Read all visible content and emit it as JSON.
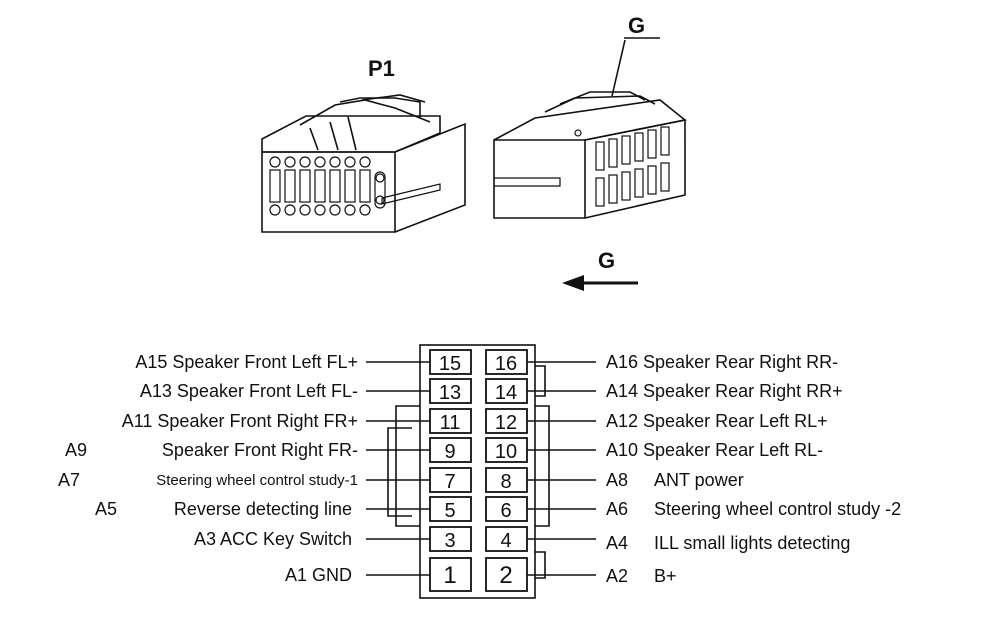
{
  "connector_views": {
    "p1_label": "P1",
    "g_label_top": "G",
    "g_label_arrow": "G"
  },
  "left_labels": {
    "a15": "A15  Speaker Front Left FL+",
    "a13": "A13  Speaker Front Left FL-",
    "a11": "A11  Speaker Front Right FR+",
    "a9_code": "A9",
    "a9_text": "Speaker Front Right FR-",
    "a7_code": "A7",
    "a7_text": "Steering wheel control study-1",
    "a5_code": "A5",
    "a5_text": "Reverse detecting line",
    "a3": "A3 ACC Key Switch",
    "a1": "A1 GND"
  },
  "right_labels": {
    "a16": "A16 Speaker Rear Right RR-",
    "a14": "A14 Speaker Rear Right RR+",
    "a12": "A12 Speaker Rear Left RL+",
    "a10": "A10 Speaker Rear Left RL-",
    "a8_code": "A8",
    "a8_text": "ANT power",
    "a6_code": "A6",
    "a6_text": "Steering wheel control study -2",
    "a4_code": "A4",
    "a4_text": "ILL small lights detecting",
    "a2_code": "A2",
    "a2_text": "B+"
  },
  "pins": {
    "p15": "15",
    "p16": "16",
    "p13": "13",
    "p14": "14",
    "p11": "11",
    "p12": "12",
    "p9": "9",
    "p10": "10",
    "p7": "7",
    "p8": "8",
    "p5": "5",
    "p6": "6",
    "p3": "3",
    "p4": "4",
    "p1": "1",
    "p2": "2"
  }
}
